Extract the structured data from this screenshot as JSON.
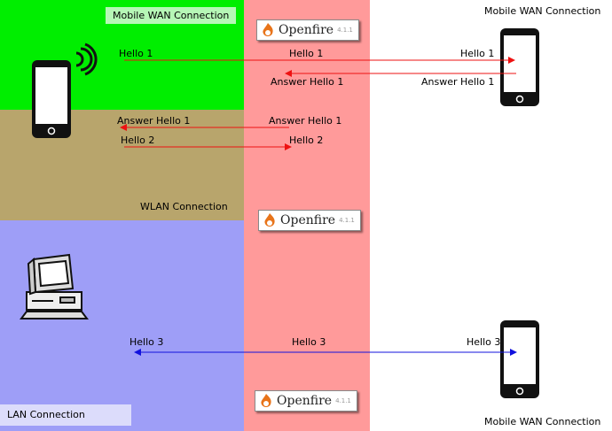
{
  "zones": {
    "mobile_wan_left": {
      "label": "Mobile WAN Connection",
      "color": "#00ee00"
    },
    "wlan": {
      "label": "WLAN Connection",
      "color": "#b8a56c"
    },
    "lan": {
      "label": "LAN Connection",
      "color": "#9e9ef7"
    },
    "server_column": {
      "color": "#ff9a9a"
    },
    "mobile_wan_right_top": {
      "label": "Mobile WAN Connection"
    },
    "mobile_wan_right_bottom": {
      "label": "Mobile WAN Connection"
    }
  },
  "servers": [
    {
      "name": "Openfire",
      "version": "4.1.1"
    },
    {
      "name": "Openfire",
      "version": "4.1.1"
    },
    {
      "name": "Openfire",
      "version": "4.1.1"
    }
  ],
  "messages": {
    "hello1_left": "Hello 1",
    "hello1_mid": "Hello 1",
    "hello1_right": "Hello 1",
    "answer1_mid_top": "Answer Hello 1",
    "answer1_right": "Answer Hello 1",
    "answer1_left": "Answer Hello 1",
    "answer1_mid_wlan": "Answer Hello 1",
    "hello2_left": "Hello 2",
    "hello2_mid": "Hello 2",
    "hello3_left": "Hello 3",
    "hello3_mid": "Hello 3",
    "hello3_right": "Hello 3"
  },
  "colors": {
    "red_arrow": "#ee1111",
    "blue_arrow": "#1111dd",
    "openfire_orange": "#e8741a"
  }
}
